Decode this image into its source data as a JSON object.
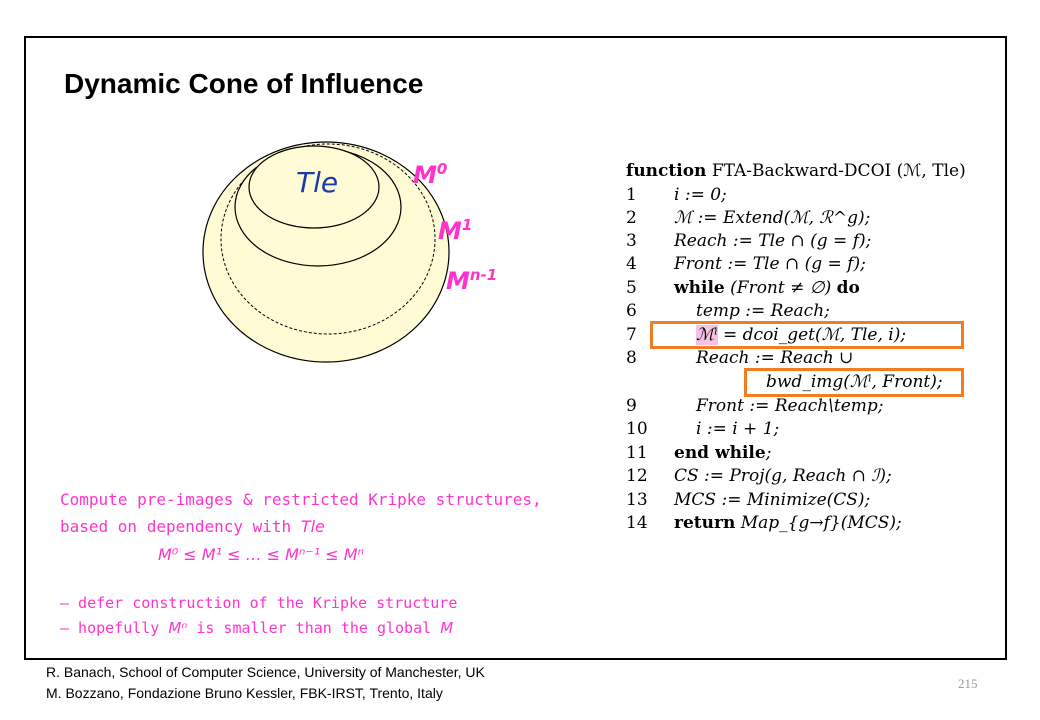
{
  "slide": {
    "title": "Dynamic Cone of Influence",
    "page_number": "215"
  },
  "diagram": {
    "inner_label": "Tle",
    "labels": [
      {
        "base": "M",
        "sup": "0"
      },
      {
        "base": "M",
        "sup": "1"
      },
      {
        "base": "M",
        "sup": "n-1"
      }
    ],
    "colors": {
      "fill": "#fffbd5",
      "label": "#ff33cc",
      "highlight_box": "#f07d22",
      "highlight_fill": "#f7c1e5"
    }
  },
  "algorithm": {
    "header_kw": "function",
    "header_text": "FTA-Backward-DCOI (ℳ, Tle)",
    "lines": [
      {
        "num": "1",
        "text": "i := 0;"
      },
      {
        "num": "2",
        "text": "ℳ := Extend(ℳ, ℛ^g);"
      },
      {
        "num": "3",
        "text": "Reach := Tle ∩ (g = f);"
      },
      {
        "num": "4",
        "text": "Front := Tle ∩ (g = f);"
      },
      {
        "num": "5",
        "kw": "while",
        "text": "(Front ≠ ∅)",
        "kw2": "do"
      },
      {
        "num": "6",
        "text": "temp := Reach;"
      },
      {
        "num": "7",
        "hl": "ℳⁱ",
        "text": " = dcoi_get(ℳ, Tle, i);"
      },
      {
        "num": "8",
        "text": "Reach := Reach ∪"
      },
      {
        "num": "",
        "text": "bwd_img(ℳⁱ, Front);"
      },
      {
        "num": "9",
        "text": "Front := Reach\\temp;"
      },
      {
        "num": "10",
        "text": "i := i + 1;"
      },
      {
        "num": "11",
        "kw": "end while",
        "text": ";"
      },
      {
        "num": "12",
        "text": "CS := Proj(g, Reach ∩ ℐ);"
      },
      {
        "num": "13",
        "text": "MCS := Minimize(CS);"
      },
      {
        "num": "14",
        "kw": "return",
        "text": "Map_{g→f}(MCS);"
      }
    ]
  },
  "description": {
    "line1": "Compute pre-images & restricted Kripke structures,",
    "line2_prefix": "based on  dependency with ",
    "line2_em": "Tle",
    "chain": "M⁰ ≤ M¹ ≤ … ≤ Mⁿ⁻¹ ≤ Mⁿ",
    "bullet1": "– defer construction of the Kripke structure",
    "bullet2_prefix": "– hopefully ",
    "bullet2_em1": "Mⁿ",
    "bullet2_mid": " is smaller than the global ",
    "bullet2_em2": "M"
  },
  "footer": {
    "line1": "R. Banach,  School of  Computer  Science, University of Manchester,  UK",
    "line2": "M. Bozzano,  Fondazione  Bruno Kessler,  FBK-IRST,  Trento, Italy"
  }
}
